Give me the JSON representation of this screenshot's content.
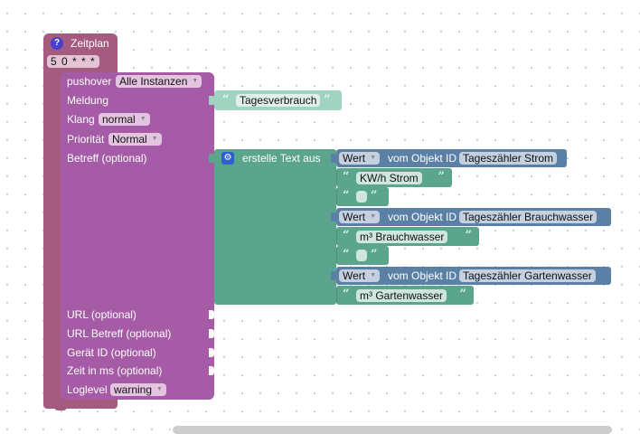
{
  "colors": {
    "schedule": "#a55b80",
    "pushover": "#a55ba5",
    "text_join": "#5ba58c",
    "text_light": "#a0d4c0",
    "object_value": "#5b80a5"
  },
  "schedule": {
    "icon": "help-icon",
    "title": "Zeitplan",
    "cron": "5 0 * * *"
  },
  "pushover": {
    "label": "pushover",
    "instance": "Alle Instanzen",
    "message_label": "Meldung",
    "sound_label": "Klang",
    "sound_value": "normal",
    "priority_label": "Priorität",
    "priority_value": "Normal",
    "subject_label": "Betreff (optional)",
    "url_label": "URL (optional)",
    "url_subject_label": "URL Betreff (optional)",
    "device_label": "Gerät ID (optional)",
    "time_label": "Zeit in ms (optional)",
    "loglevel_label": "Loglevel",
    "loglevel_value": "warning"
  },
  "message_text": {
    "open_quote": "“",
    "value": "Tagesverbrauch",
    "close_quote": "”"
  },
  "join": {
    "icon": "gear-icon",
    "label": "erstelle Text aus",
    "items": [
      {
        "type": "object",
        "mode": "Wert",
        "of_label": "vom Objekt ID",
        "object": "Tageszähler Strom"
      },
      {
        "type": "text",
        "value": "KW/h Strom"
      },
      {
        "type": "text",
        "value": " "
      },
      {
        "type": "object",
        "mode": "Wert",
        "of_label": "vom Objekt ID",
        "object": "Tageszähler Brauchwasser"
      },
      {
        "type": "text",
        "value": "m³ Brauchwasser"
      },
      {
        "type": "text",
        "value": " "
      },
      {
        "type": "object",
        "mode": "Wert",
        "of_label": "vom Objekt ID",
        "object": "Tageszähler Gartenwasser"
      },
      {
        "type": "text",
        "value": "m³ Gartenwasser"
      }
    ]
  },
  "quotes": {
    "open": "“",
    "close": "”"
  }
}
